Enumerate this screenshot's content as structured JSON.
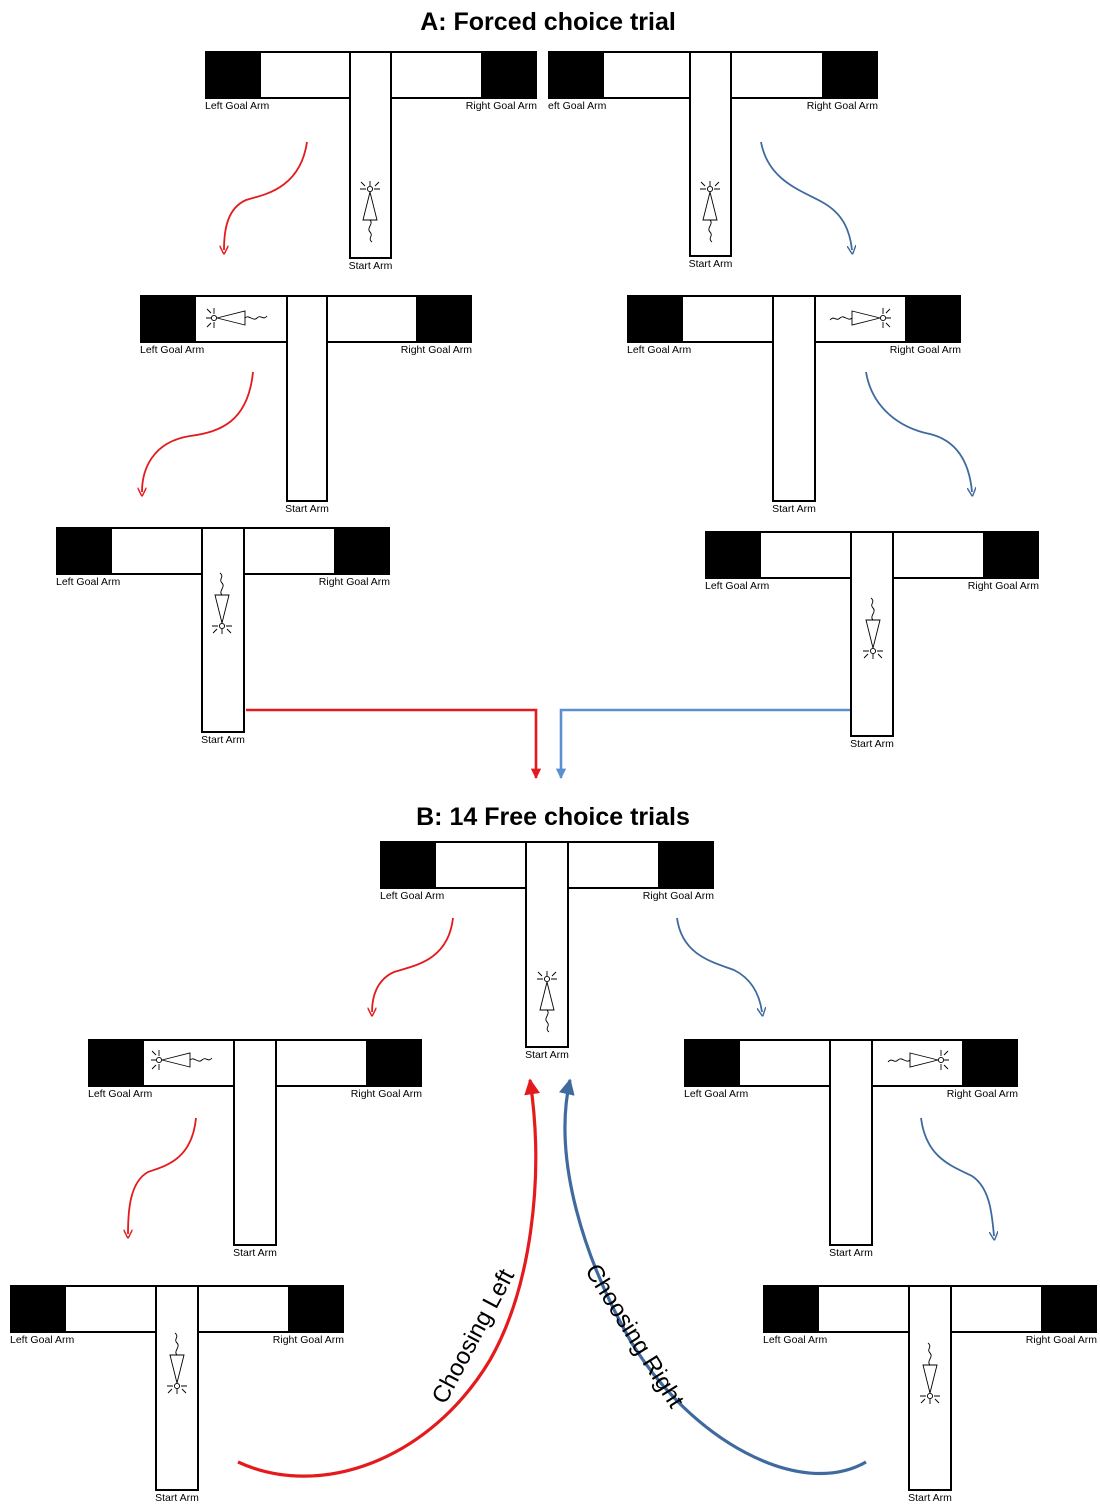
{
  "titles": {
    "forced": "A: Forced choice trial",
    "free": "B: 14 Free choice trials"
  },
  "maze_labels": {
    "left_goal": "Left Goal Arm",
    "right_goal": "Right Goal Arm",
    "start": "Start Arm",
    "left_goal_clipped": "eft Goal Arm"
  },
  "curve_labels": {
    "left": "Choosing Left",
    "right": "Choosing Right"
  },
  "colors": {
    "left_arrow": "#e41a1c",
    "right_arrow": "#3e6a9e",
    "right_arrow_light": "#5b8fd0",
    "goal_box": "#000000"
  },
  "icons": {
    "rat": "rat-icon",
    "arrow": "arrow-icon"
  }
}
